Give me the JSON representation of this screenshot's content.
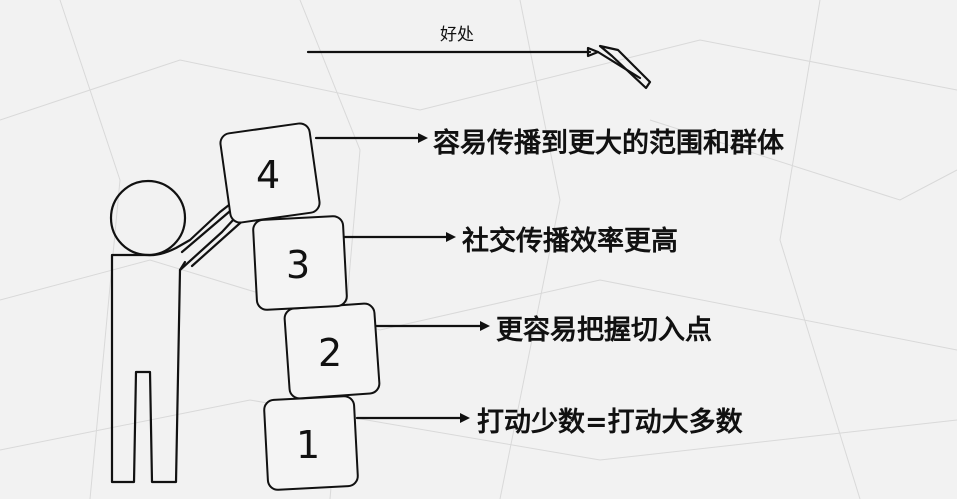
{
  "title": "好处",
  "steps": [
    {
      "number": "1",
      "text": "打动少数=打动大多数"
    },
    {
      "number": "2",
      "text": "更容易把握切入点"
    },
    {
      "number": "3",
      "text": "社交传播效率更高"
    },
    {
      "number": "4",
      "text": "容易传播到更大的范围和群体"
    }
  ],
  "colors": {
    "paper": "#f2f2f2",
    "ink": "#111111"
  },
  "icons": [
    "stick-figure",
    "pen-icon",
    "arrow-icon"
  ]
}
